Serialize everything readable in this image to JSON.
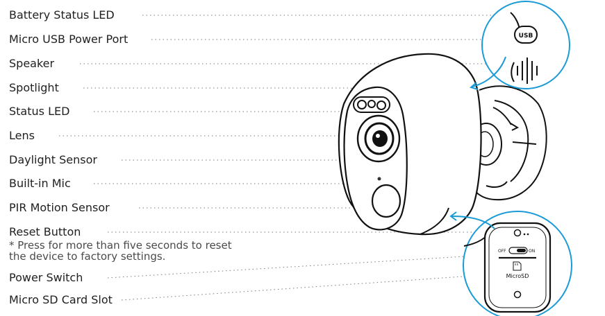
{
  "labels": {
    "battery_status_led": "Battery Status LED",
    "micro_usb_power_port": "Micro USB Power Port",
    "speaker": "Speaker",
    "spotlight": "Spotlight",
    "status_led": "Status LED",
    "lens": "Lens",
    "daylight_sensor": "Daylight Sensor",
    "built_in_mic": "Built-in Mic",
    "pir_motion_sensor": "PIR Motion Sensor",
    "reset_button": "Reset Button",
    "reset_note_line1": "* Press for more than five seconds to reset",
    "reset_note_line2": "the device to factory settings.",
    "power_switch": "Power Switch",
    "micro_sd_card_slot": "Micro SD Card Slot"
  },
  "callout_top": {
    "usb_text": "USB"
  },
  "callout_bottom": {
    "off_text": "OFF",
    "on_text": "ON",
    "microsd_text": "MicroSD"
  },
  "colors": {
    "accent": "#1a9ad6",
    "ink": "#111111",
    "leader": "#7a7a7a"
  }
}
